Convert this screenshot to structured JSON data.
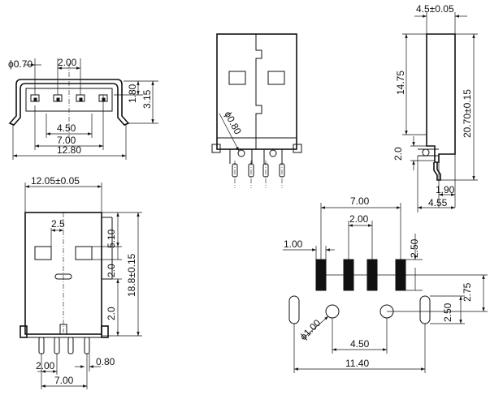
{
  "drawing": {
    "front_view": {
      "pin_diameter": "ϕ0.70",
      "pin_pitch": "2.00",
      "height_inner": "1.80",
      "height_total": "3.15",
      "pin_span_inner": "4.50",
      "pin_span_outer": "7.00",
      "overall_width": "12.80"
    },
    "top_view": {
      "hole_diameter": "ϕ0.80"
    },
    "side_view": {
      "thickness": "4.5±0.05",
      "upper_length": "14.75",
      "overall_length": "20.70±0.15",
      "step": "2.0",
      "pin_offset": "1.90",
      "foot_width": "4.55"
    },
    "bottom_view": {
      "body_width": "12.05±0.05",
      "window_offset": "2.5",
      "top_gap": "5.10",
      "window_height": "2.0",
      "body_length": "18.8±0.15",
      "lower_gap": "2.0",
      "pin_pitch": "2.00",
      "pin_width": "0.80",
      "pin_span": "7.00"
    },
    "pcb_footprint": {
      "pad_span": "7.00",
      "pad_pitch": "2.00",
      "pad_width": "1.00",
      "pad_height": "2.50",
      "row_offset": "2.75",
      "slot_height": "2.50",
      "hole_diameter": "ϕ1.00",
      "hole_spacing": "4.50",
      "slot_spacing": "11.40"
    }
  }
}
